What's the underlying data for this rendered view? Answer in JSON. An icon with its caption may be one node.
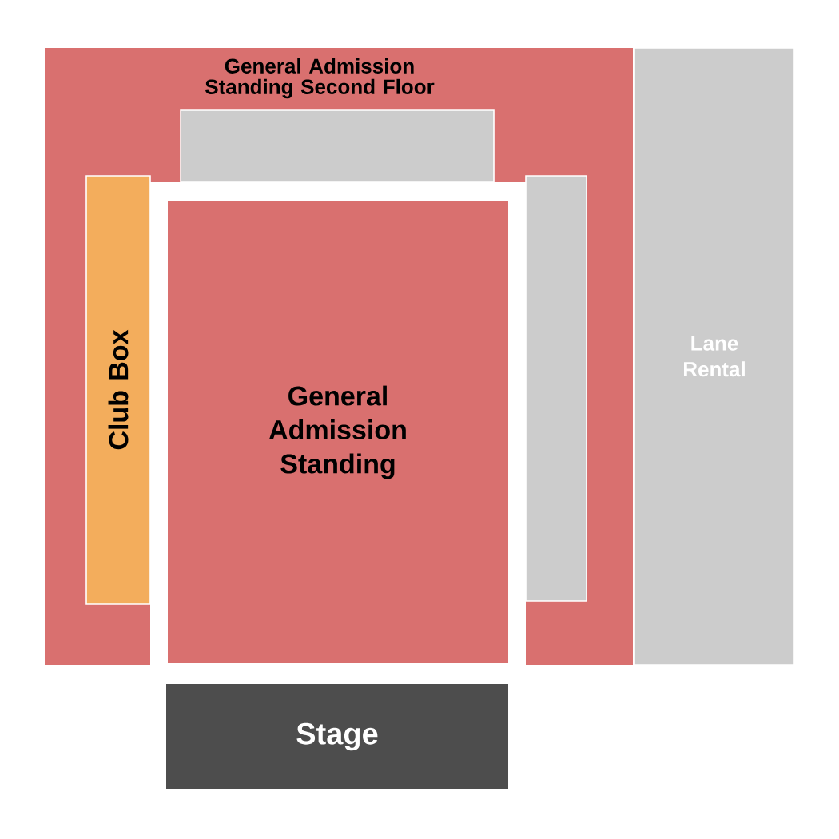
{
  "diagram": {
    "nodes": [
      {
        "text": [
          "General Admission Standing Second Floor"
        ]
      },
      {
        "text": [],
        "shape": "box",
        "in": 0
      },
      {
        "text": [
          "Club Box"
        ],
        "in": 0
      },
      {
        "text": [],
        "shape": "box",
        "in": 0
      },
      {
        "text": [
          "General Admission Standing"
        ]
      },
      {
        "text": [
          "Lane Rental"
        ]
      },
      {
        "text": [
          "Stage"
        ]
      }
    ]
  }
}
